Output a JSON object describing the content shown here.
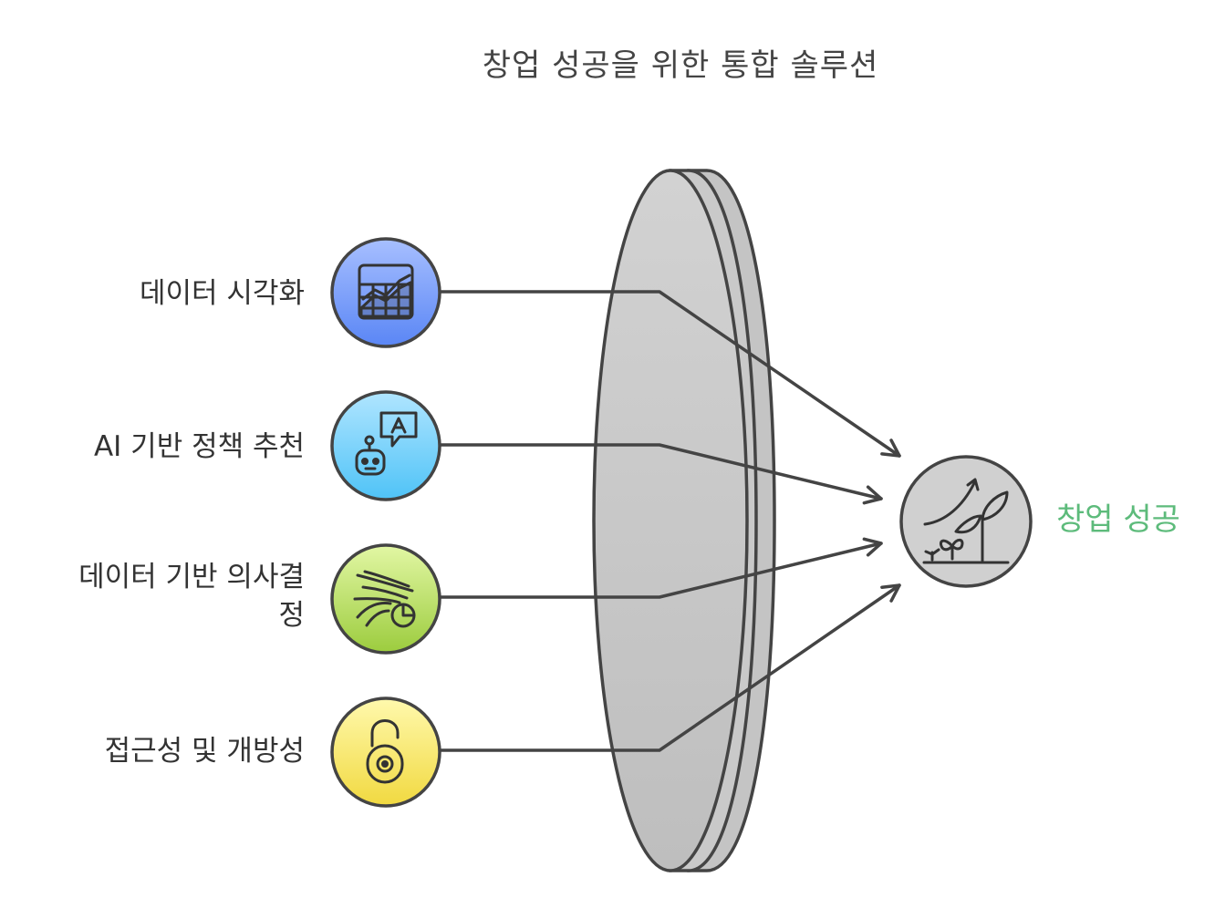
{
  "title": "창업 성공을 위한 통합 솔루션",
  "inputs": [
    {
      "label": "데이터 시각화",
      "icon": "chart-grid-icon",
      "color_top": "#9db8ff",
      "color_bottom": "#5a86f5"
    },
    {
      "label": "AI 기반 정책 추천",
      "icon": "robot-chat-icon",
      "color_top": "#a9e2ff",
      "color_bottom": "#4fc3f7"
    },
    {
      "label": "데이터 기반 의사결\n정",
      "icon": "data-flow-pie-icon",
      "color_top": "#ddf59a",
      "color_bottom": "#9ccc3e"
    },
    {
      "label": "접근성 및 개방성",
      "icon": "open-lock-icon",
      "color_top": "#fff7a0",
      "color_bottom": "#f2dd4b"
    }
  ],
  "result": {
    "label": "창업 성공",
    "icon": "growth-plant-icon",
    "label_color": "#5dbb7b"
  },
  "colors": {
    "lens": "#c9c9c9",
    "stroke": "#444444",
    "result_fill": "#d0d0d0"
  }
}
